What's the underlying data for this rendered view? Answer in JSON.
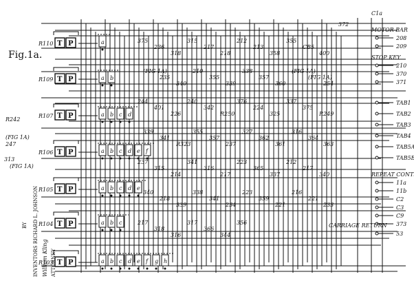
{
  "figure_title": "Fig.1a.",
  "relays": [
    {
      "id": "R110",
      "contacts": [
        "a"
      ]
    },
    {
      "id": "R109",
      "contacts": [
        "a",
        "b"
      ]
    },
    {
      "id": "R107",
      "contacts": [
        "a",
        "b",
        "c",
        "d"
      ]
    },
    {
      "id": "R106",
      "contacts": [
        "a",
        "b",
        "c",
        "d",
        "e",
        "f"
      ]
    },
    {
      "id": "R105",
      "contacts": [
        "a",
        "b",
        "c",
        "d",
        "e"
      ]
    },
    {
      "id": "R104",
      "contacts": [
        "a",
        "b",
        "c"
      ]
    },
    {
      "id": "R103",
      "contacts": [
        "a",
        "b",
        "c",
        "d",
        "e",
        "f",
        "g",
        "h"
      ]
    }
  ],
  "coil_letters": [
    "T",
    "P"
  ],
  "left_labels": [
    "R242",
    "(FIG 1A)",
    "247",
    "313",
    "(FIG 1A)"
  ],
  "right_labels": {
    "top": [
      "C1a",
      "372"
    ],
    "groups": [
      {
        "title": "MOTOR BAR",
        "numbers": [
          "208",
          "209"
        ]
      },
      {
        "title": "STOP KEY",
        "numbers": [
          "210",
          "370",
          "371"
        ]
      },
      {
        "title": "",
        "numbers": [
          "TAB1",
          "TAB2",
          "TAB3",
          "TAB4",
          "TAB5A",
          "TAB5B"
        ]
      },
      {
        "title": "REPEAT CONTS",
        "numbers": [
          "11a",
          "11b",
          "C2",
          "C3",
          "C9",
          "373"
        ]
      },
      {
        "title": "CARRIAGE RETURN",
        "numbers": [
          "53"
        ]
      }
    ]
  },
  "mid_labels": [
    "375",
    "236",
    "318",
    "315",
    "217",
    "218",
    "212",
    "213",
    "358",
    "355",
    "CB5",
    "400",
    "(FIG 1A)",
    "235",
    "340",
    "210",
    "355",
    "339",
    "338",
    "357",
    "360",
    "(FIG 1A)",
    "(FIG 1A)",
    "254",
    "244",
    "401",
    "226",
    "240",
    "342",
    "R250",
    "376",
    "224",
    "325",
    "337",
    "375",
    "R249",
    "339",
    "341",
    "R323",
    "355",
    "357",
    "237",
    "327",
    "362",
    "361",
    "316",
    "364",
    "363",
    "237",
    "315",
    "214",
    "341",
    "316",
    "217",
    "223",
    "365",
    "337",
    "212",
    "217",
    "340",
    "340",
    "218",
    "339",
    "338",
    "341",
    "234",
    "223",
    "359",
    "221",
    "216",
    "221",
    "233",
    "217",
    "318",
    "316",
    "317",
    "366",
    "344",
    "356"
  ],
  "inventors_text": "INVENTORS RICHARD L. JOHNSON",
  "by_text": "BY",
  "signature": "William Kling",
  "attorney_text": "ATTORNEY"
}
